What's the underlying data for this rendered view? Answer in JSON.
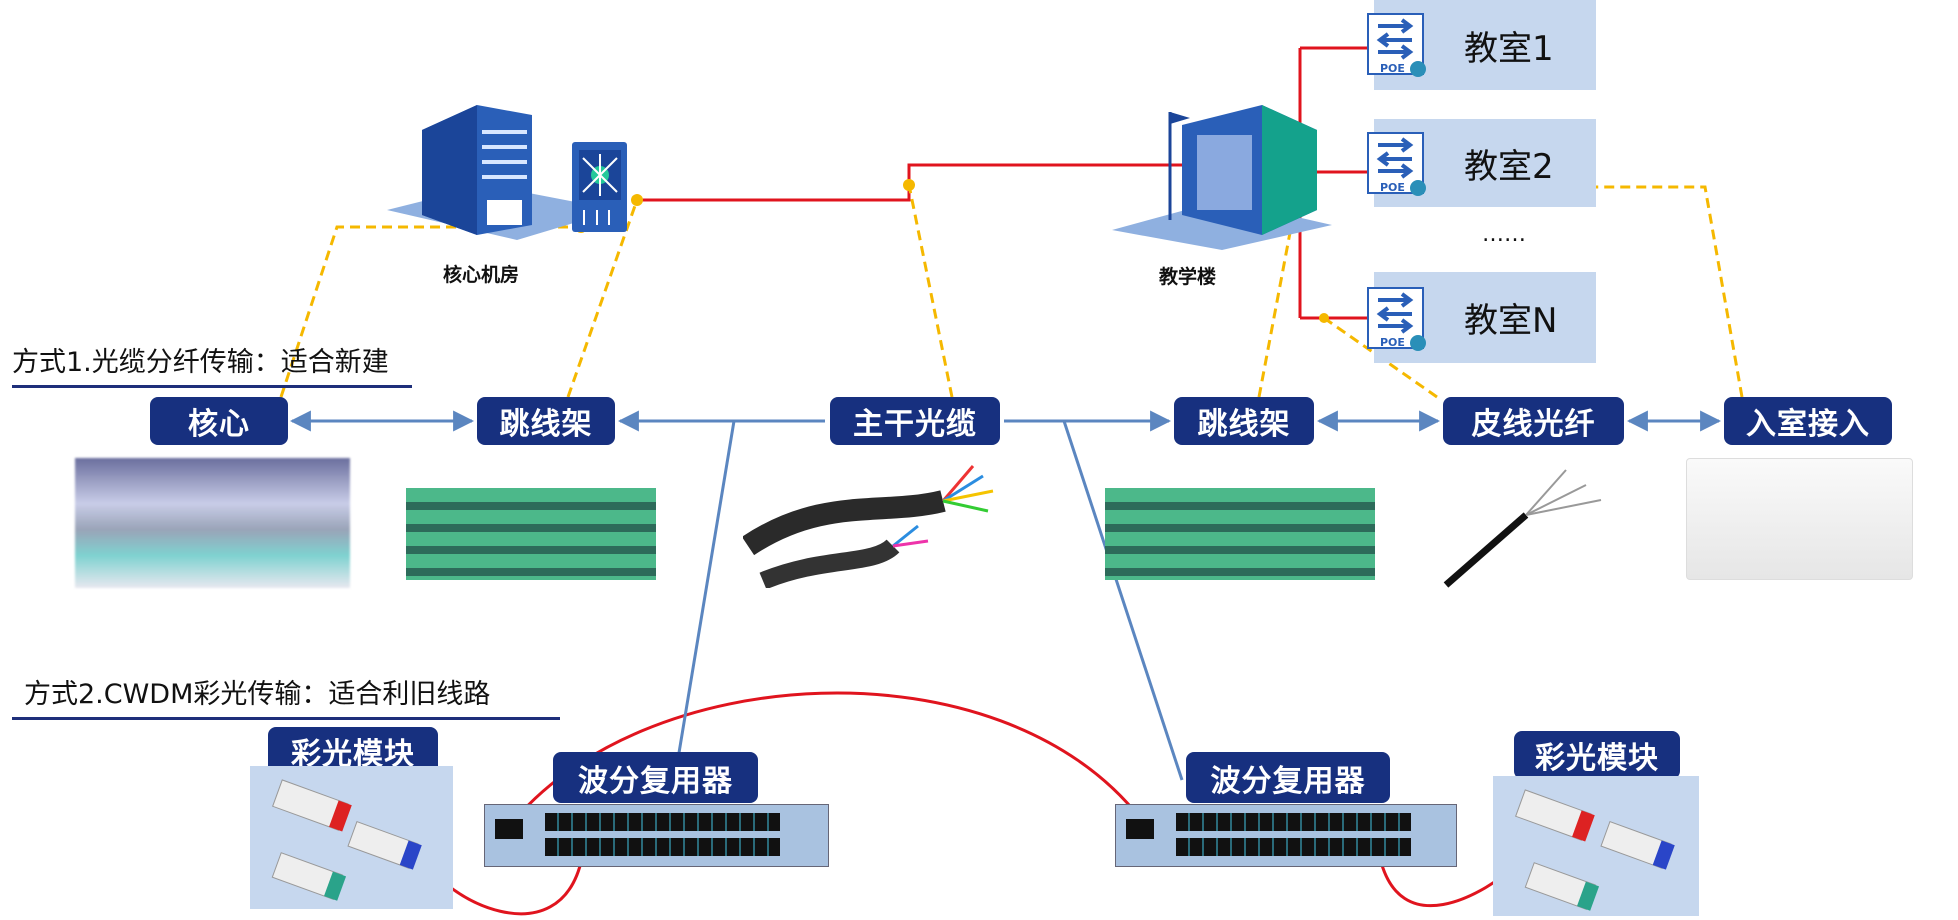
{
  "buildings": {
    "core_room": "核心机房",
    "teaching_building": "教学楼"
  },
  "classrooms": [
    {
      "label": "教室1",
      "switch_badge": "POE"
    },
    {
      "label": "教室2",
      "switch_badge": "POE"
    },
    {
      "label": "教室N",
      "switch_badge": "POE"
    }
  ],
  "classroom_ellipsis": "……",
  "mode1": {
    "title": "方式1.光缆分纤传输：适合新建",
    "nodes": [
      "核心",
      "跳线架",
      "主干光缆",
      "跳线架",
      "皮线光纤",
      "入室接入"
    ]
  },
  "mode2": {
    "title": "方式2.CWDM彩光传输：适合利旧线路",
    "left_module": "彩光模块",
    "left_mux": "波分复用器",
    "right_mux": "波分复用器",
    "right_module": "彩光模块"
  },
  "colors": {
    "node_fill": "#17307f",
    "panel_fill": "#c6d7ee",
    "red_link": "#e0141e",
    "fiber_dashed": "#f5b800",
    "blue_link": "#5b86c0"
  }
}
